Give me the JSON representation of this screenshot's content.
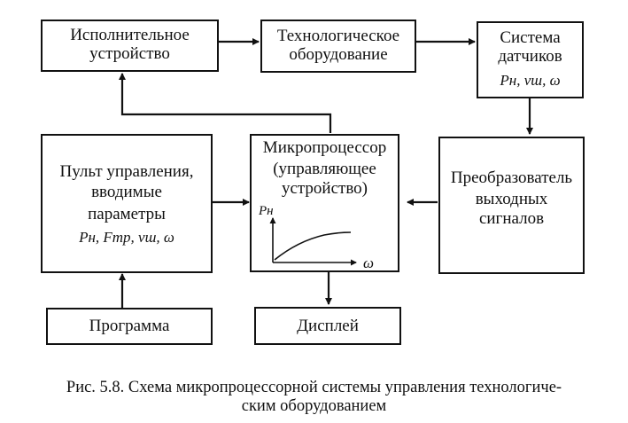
{
  "diagram": {
    "executor": {
      "line1": "Исполнительное",
      "line2": "устройство"
    },
    "equipment": {
      "line1": "Технологическое",
      "line2": "оборудование"
    },
    "sensors": {
      "line1": "Система",
      "line2": "датчиков",
      "params": "Pн, vш, ω"
    },
    "control_panel": {
      "line1": "Пульт управления,",
      "line2": "вводимые",
      "line3": "параметры",
      "params": "Pн, Fтр, vш, ω"
    },
    "microprocessor": {
      "line1": "Микропроцессор",
      "line2": "(управляющее",
      "line3": "устройство)",
      "graph_ylabel": "Pн",
      "graph_xlabel": "ω"
    },
    "converter": {
      "line1": "Преобразователь",
      "line2": "выходных",
      "line3": "сигналов"
    },
    "program": {
      "label": "Программа"
    },
    "display": {
      "label": "Дисплей"
    }
  },
  "caption": {
    "line1": "Рис. 5.8. Схема микропроцессорной системы управления технологиче-",
    "line2": "ским оборудованием"
  }
}
